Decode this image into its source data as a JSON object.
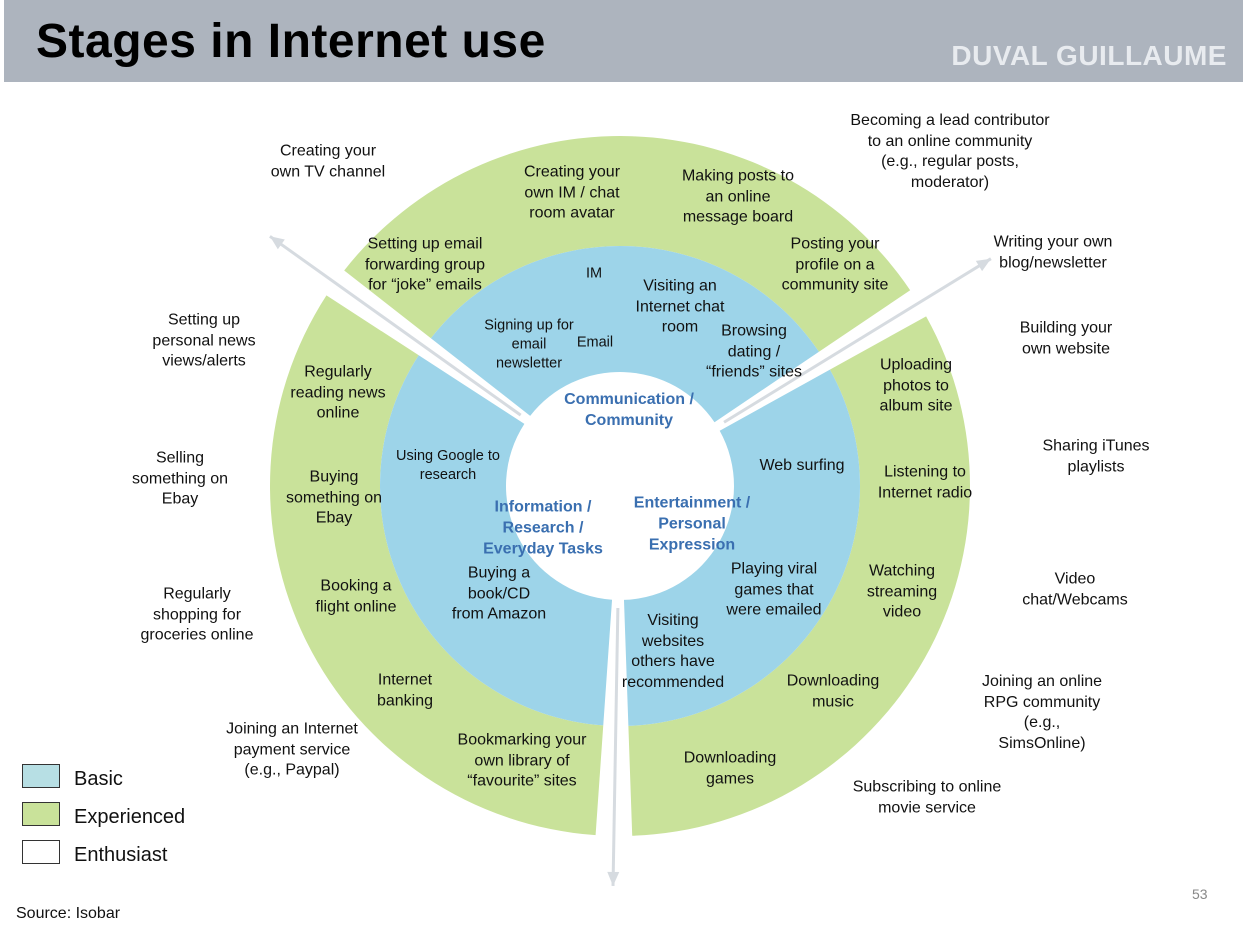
{
  "header": {
    "title": "Stages in Internet use",
    "logo": "DUVAL GUILLAUME"
  },
  "colors": {
    "basic": "#9dd4e9",
    "experienced": "#c9e29a",
    "enthusiast": "#ffffff",
    "header": "#adb4be",
    "category": "#3a6fb0",
    "arrow": "#d6dbe0"
  },
  "categories": {
    "communication": "Communication /\nCommunity",
    "information": "Information /\nResearch /\nEveryday Tasks",
    "entertainment": "Entertainment /\nPersonal\nExpression"
  },
  "basic_items": {
    "im": "IM",
    "email_newsletter": "Signing up for\nemail\nnewsletter",
    "email": "Email",
    "chat_room": "Visiting an\nInternet chat\nroom",
    "dating": "Browsing\ndating /\n“friends” sites",
    "google": "Using Google to\nresearch",
    "amazon": "Buying a\nbook/CD\nfrom Amazon",
    "web_surfing": "Web surfing",
    "viral_games": "Playing viral\ngames that\nwere emailed",
    "recommended_sites": "Visiting\nwebsites\nothers have\nrecommended"
  },
  "experienced_items": {
    "im_avatar": "Creating your\nown IM / chat\nroom avatar",
    "message_board": "Making posts to\nan online\nmessage board",
    "email_forwarding": "Setting up email\nforwarding group\nfor “joke” emails",
    "community_profile": "Posting your\nprofile on a\ncommunity site",
    "reading_news": "Regularly\nreading news\nonline",
    "buying_ebay": "Buying\nsomething on\nEbay",
    "booking_flight": "Booking a\nflight online",
    "internet_banking": "Internet\nbanking",
    "bookmarking": "Bookmarking your\nown library of\n“favourite” sites",
    "uploading_photos": "Uploading\nphotos to\nalbum site",
    "internet_radio": "Listening to\nInternet radio",
    "streaming_video": "Watching\nstreaming\nvideo",
    "downloading_music": "Downloading\nmusic",
    "downloading_games": "Downloading\ngames"
  },
  "enthusiast_items": {
    "tv_channel": "Creating your\nown TV channel",
    "lead_contributor": "Becoming a lead contributor\nto an online community\n(e.g., regular posts,\nmoderator)",
    "blog": "Writing your own\nblog/newsletter",
    "website": "Building your\nown website",
    "news_alerts": "Setting up\npersonal news\nviews/alerts",
    "selling_ebay": "Selling\nsomething on\nEbay",
    "groceries": "Regularly\nshopping for\ngroceries online",
    "payment_service": "Joining an Internet\npayment service\n(e.g., Paypal)",
    "itunes": "Sharing iTunes\nplaylists",
    "webcams": "Video\nchat/Webcams",
    "rpg": "Joining an online\nRPG community\n(e.g.,\nSimsOnline)",
    "movie_service": "Subscribing to online\nmovie service"
  },
  "legend": {
    "basic": "Basic",
    "experienced": "Experienced",
    "enthusiast": "Enthusiast"
  },
  "footer": {
    "source": "Source: Isobar",
    "page_number": "53"
  }
}
